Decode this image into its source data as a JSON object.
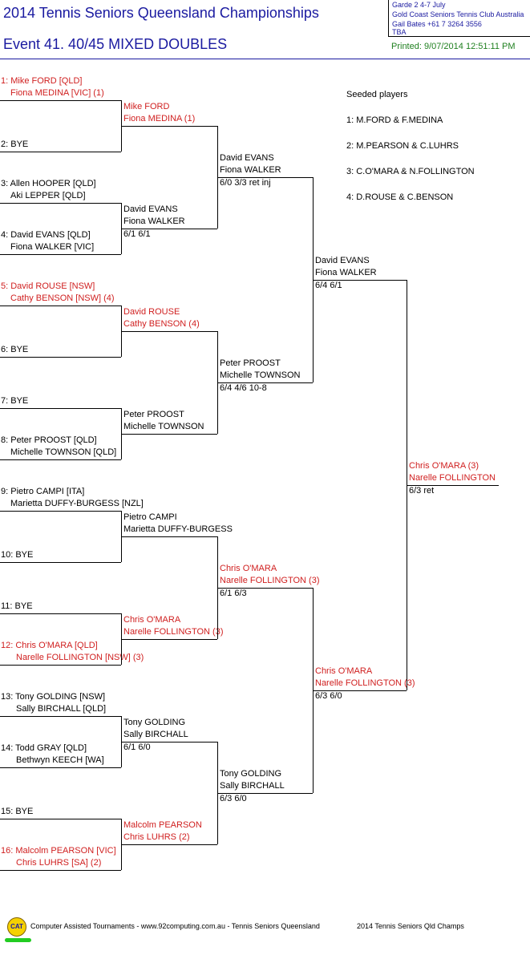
{
  "header": {
    "title": "2014 Tennis Seniors Queensland Championships",
    "event": "Event 41. 40/45 MIXED DOUBLES",
    "info": [
      "Garde 2   4-7 July",
      "Gold Coast Seniors Tennis Club   Australia",
      "Gail Bates   +61 7 3264 3556",
      "TBA"
    ],
    "printed": "Printed: 9/07/2014 12:51:11 PM",
    "colors": {
      "title": "#1a1aa0",
      "seed": "#d02020",
      "printed": "#208020"
    }
  },
  "seeded": {
    "heading": "Seeded players",
    "items": [
      "1: M.FORD & F.MEDINA",
      "2: M.PEARSON & C.LUHRS",
      "3: C.O'MARA & N.FOLLINGTON",
      "4: D.ROUSE & C.BENSON"
    ]
  },
  "draw": [
    {
      "l1": "1: Mike FORD [QLD]",
      "l2": "Fiona MEDINA [VIC] (1)",
      "seed": true
    },
    {
      "l1": "2: BYE",
      "l2": "",
      "seed": false
    },
    {
      "l1": "3: Allen HOOPER [QLD]",
      "l2": "Aki LEPPER [QLD]",
      "seed": false
    },
    {
      "l1": "4: David EVANS [QLD]",
      "l2": "Fiona WALKER [VIC]",
      "seed": false
    },
    {
      "l1": "5: David ROUSE [NSW]",
      "l2": "Cathy BENSON [NSW] (4)",
      "seed": true
    },
    {
      "l1": "6: BYE",
      "l2": "",
      "seed": false
    },
    {
      "l1": "7: BYE",
      "l2": "",
      "seed": false
    },
    {
      "l1": "8: Peter PROOST [QLD]",
      "l2": "Michelle TOWNSON [QLD]",
      "seed": false
    },
    {
      "l1": "9: Pietro CAMPI [ITA]",
      "l2": "Marietta DUFFY-BURGESS [NZL]",
      "seed": false
    },
    {
      "l1": "10: BYE",
      "l2": "",
      "seed": false
    },
    {
      "l1": "11: BYE",
      "l2": "",
      "seed": false
    },
    {
      "l1": "12: Chris O'MARA [QLD]",
      "l2": "Narelle FOLLINGTON [NSW] (3)",
      "seed": true
    },
    {
      "l1": "13: Tony GOLDING [NSW]",
      "l2": "Sally BIRCHALL [QLD]",
      "seed": false
    },
    {
      "l1": "14: Todd GRAY [QLD]",
      "l2": "Bethwyn KEECH [WA]",
      "seed": false
    },
    {
      "l1": "15: BYE",
      "l2": "",
      "seed": false
    },
    {
      "l1": "16: Malcolm PEARSON [VIC]",
      "l2": "Chris LUHRS [SA] (2)",
      "seed": true
    }
  ],
  "round2": [
    {
      "l1": "Mike FORD",
      "l2": "Fiona MEDINA (1)",
      "score": "",
      "seed": true
    },
    {
      "l1": "David EVANS",
      "l2": "Fiona WALKER",
      "score": "6/1 6/1",
      "seed": false
    },
    {
      "l1": "David ROUSE",
      "l2": "Cathy BENSON (4)",
      "score": "",
      "seed": true
    },
    {
      "l1": "Peter PROOST",
      "l2": "Michelle TOWNSON",
      "score": "",
      "seed": false
    },
    {
      "l1": "Pietro CAMPI",
      "l2": "Marietta DUFFY-BURGESS",
      "score": "",
      "seed": false
    },
    {
      "l1": "Chris O'MARA",
      "l2": "Narelle FOLLINGTON (3)",
      "score": "",
      "seed": true
    },
    {
      "l1": "Tony GOLDING",
      "l2": "Sally BIRCHALL",
      "score": "6/1 6/0",
      "seed": false
    },
    {
      "l1": "Malcolm PEARSON",
      "l2": "Chris LUHRS (2)",
      "score": "",
      "seed": true
    }
  ],
  "round3": [
    {
      "l1": "David EVANS",
      "l2": "Fiona WALKER",
      "score": "6/0 3/3 ret inj",
      "seed": false
    },
    {
      "l1": "Peter PROOST",
      "l2": "Michelle TOWNSON",
      "score": "6/4 4/6 10-8",
      "seed": false
    },
    {
      "l1": "Chris O'MARA",
      "l2": "Narelle FOLLINGTON (3)",
      "score": "6/1 6/3",
      "seed": true
    },
    {
      "l1": "Tony GOLDING",
      "l2": "Sally BIRCHALL",
      "score": "6/3 6/0",
      "seed": false
    }
  ],
  "round4": [
    {
      "l1": "David EVANS",
      "l2": "Fiona WALKER",
      "score": "6/4 6/1",
      "seed": false
    },
    {
      "l1": "Chris O'MARA",
      "l2": "Narelle FOLLINGTON (3)",
      "score": "6/3 6/0",
      "seed": true
    }
  ],
  "winner": {
    "l1": "Chris O'MARA (3)",
    "l2": "Narelle FOLLINGTON",
    "score": "6/3 ret",
    "seed": true
  },
  "footer": {
    "logo": "CAT",
    "text": "Computer Assisted Tournaments - www.92computing.com.au -  Tennis Seniors Queensland",
    "right": "2014 Tennis Seniors Qld Champs"
  }
}
